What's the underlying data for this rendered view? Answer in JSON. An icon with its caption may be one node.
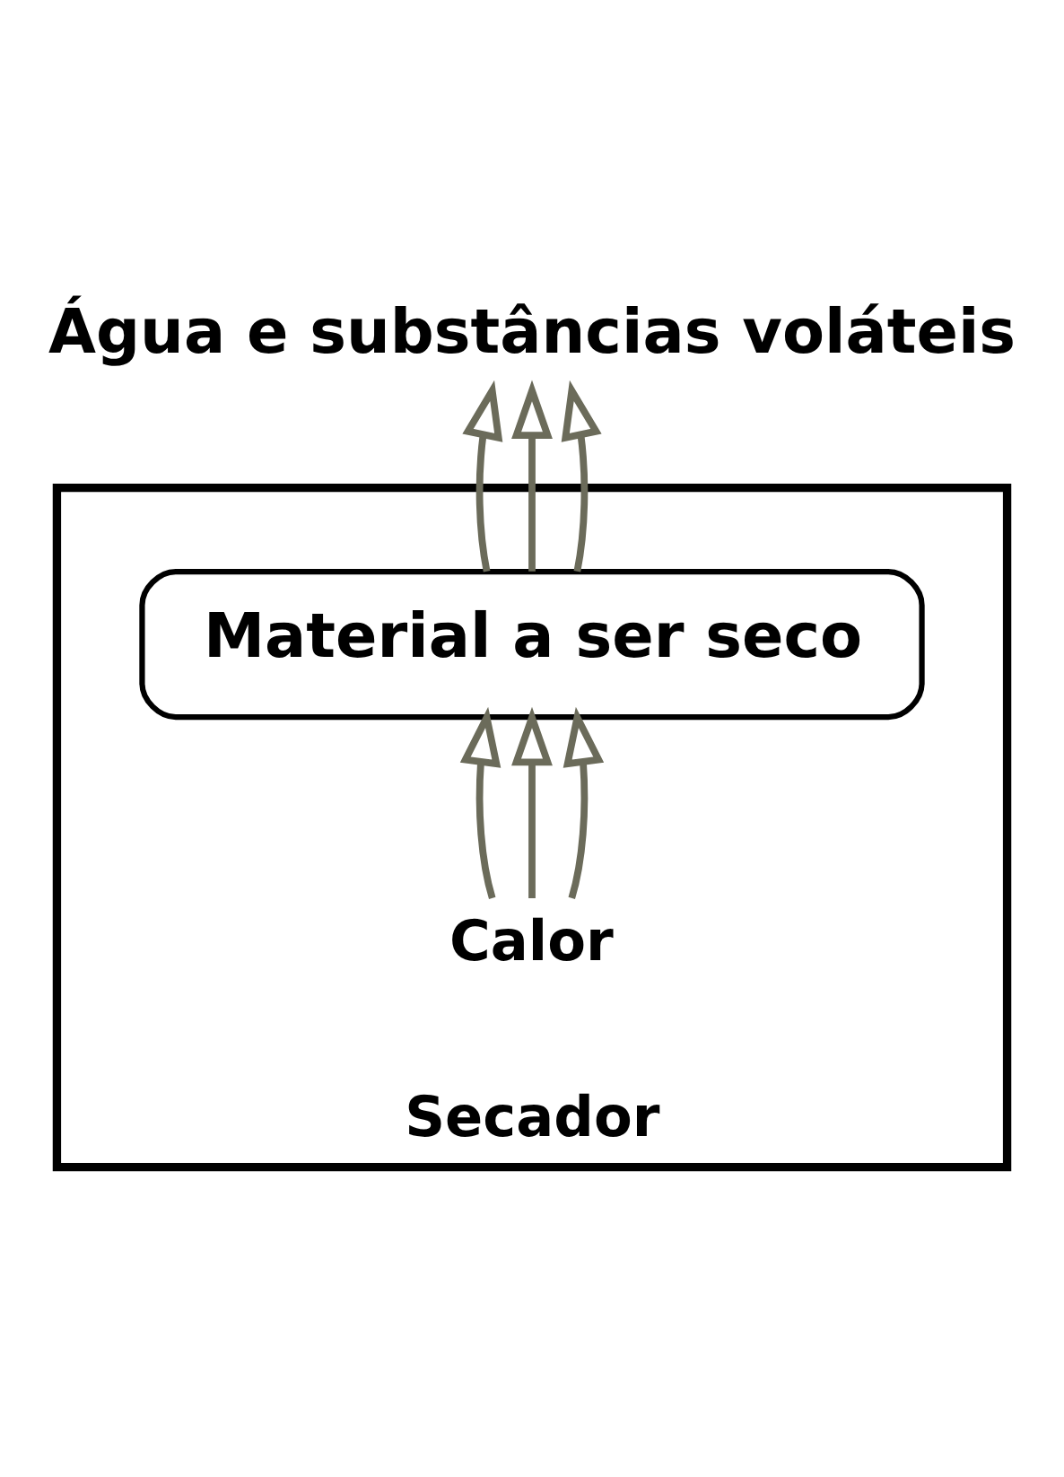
{
  "diagram": {
    "nodes": [
      {
        "text": [
          "Secador"
        ]
      },
      {
        "text": [
          "Material a ser seco"
        ],
        "in": 0
      },
      {
        "text": [
          "Calor"
        ],
        "in": 0
      },
      {
        "text": [
          "Água e substâncias voláteis"
        ]
      }
    ],
    "edges": [
      {
        "from": 2,
        "to": 1,
        "arrow": "to"
      },
      {
        "from": 2,
        "to": 1,
        "arrow": "to"
      },
      {
        "from": 2,
        "to": 1,
        "arrow": "to"
      },
      {
        "from": 1,
        "to": 3,
        "arrow": "to"
      },
      {
        "from": 1,
        "to": 3,
        "arrow": "to"
      },
      {
        "from": 1,
        "to": 3,
        "arrow": "to"
      }
    ]
  }
}
